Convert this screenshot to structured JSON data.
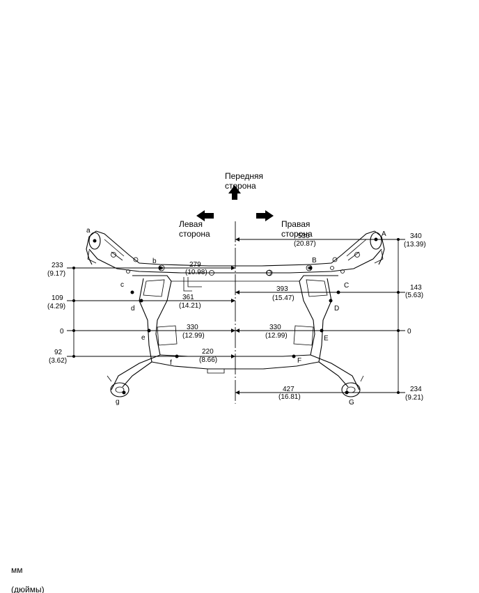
{
  "directions": {
    "front": [
      "Передняя",
      "сторона"
    ],
    "left": [
      "Левая",
      "сторона"
    ],
    "right": [
      "Правая",
      "сторона"
    ]
  },
  "points_left": [
    "a",
    "b",
    "c",
    "d",
    "e",
    "f",
    "g"
  ],
  "points_right": [
    "A",
    "B",
    "C",
    "D",
    "E",
    "F",
    "G"
  ],
  "dimensions": {
    "d279": [
      "279",
      "(10.98)"
    ],
    "d361": [
      "361",
      "(14.21)"
    ],
    "d330l": [
      "330",
      "(12.99)"
    ],
    "d220": [
      "220",
      "(8.66)"
    ],
    "d530": [
      "530",
      "(20.87)"
    ],
    "d393": [
      "393",
      "(15.47)"
    ],
    "d330r": [
      "330",
      "(12.99)"
    ],
    "d427": [
      "427",
      "(16.81)"
    ],
    "v233": [
      "233",
      "(9.17)"
    ],
    "v109": [
      "109",
      "(4.29)"
    ],
    "v0l": [
      "0"
    ],
    "v92": [
      "92",
      "(3.62)"
    ],
    "v340": [
      "340",
      "(13.39)"
    ],
    "v143": [
      "143",
      "(5.63)"
    ],
    "v0r": [
      "0"
    ],
    "v234": [
      "234",
      "(9.21)"
    ]
  },
  "units": {
    "mm": "мм",
    "inches": "(дюймы)"
  }
}
